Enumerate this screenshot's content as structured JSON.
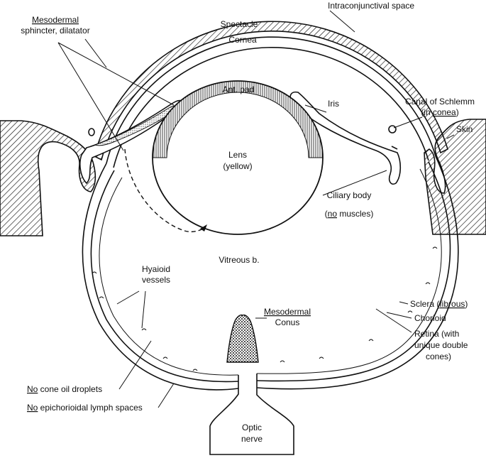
{
  "labels": {
    "spectacle": "Spectacle",
    "intraconjunctival_space": "Intraconjunctival space",
    "mesodermal_1": "Mesodermal",
    "sphincter_dilatator": "sphincter, dilatator",
    "cornea": "Cornea",
    "ant_pad": "Ant. pad",
    "iris": "Iris",
    "canal_of_schlemm": "Canal of Schlemm",
    "in_prefix": "(in ",
    "conea": "conea",
    "close_paren": ")",
    "skin": "Skin",
    "lens": "Lens",
    "lens_color": "(yellow)",
    "ciliary_body": "Ciliary body",
    "open_paren": "(",
    "no_1": "no",
    "muscles_suffix": " muscles)",
    "vitreous": "Vitreous b.",
    "hyaloid": "Hyaioid",
    "vessels": "vessels",
    "mesodermal_2": "Mesodermal",
    "conus": "Conus",
    "sclera_prefix": "Sclera (",
    "fibrous": "fibrous",
    "chorioid": "Chorioid",
    "retina_1": "Retina (with",
    "retina_2": "unique double",
    "retina_3": "cones)",
    "no_2": "No",
    "cone_oil_droplets": " cone oil droplets",
    "no_3": "No",
    "epichorioidal": " epichorioidal lymph spaces",
    "optic": "Optic",
    "nerve": "nerve"
  }
}
